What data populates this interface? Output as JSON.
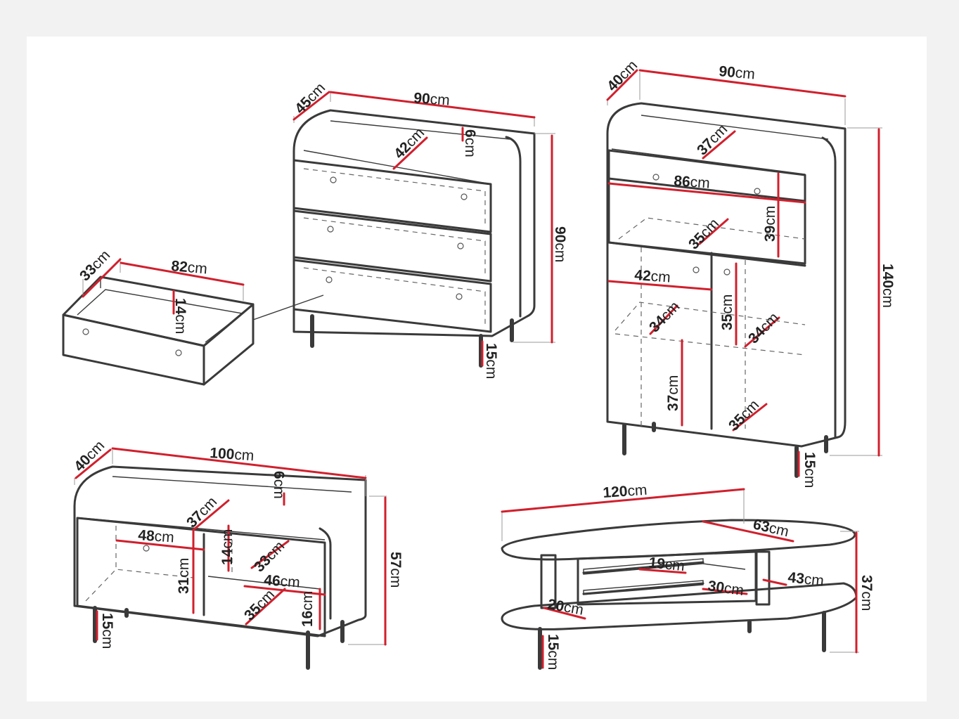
{
  "drawer": {
    "width": "82",
    "depth": "33",
    "height": "14",
    "unit": "cm"
  },
  "dresser": {
    "width": "90",
    "depth": "45",
    "height": "90",
    "top_inner_depth": "42",
    "top_rail": "6",
    "leg": "15",
    "unit": "cm"
  },
  "highboard": {
    "width": "90",
    "depth": "40",
    "height": "140",
    "top_depth": "37",
    "drawer_width": "86",
    "drawer_height": "39",
    "shelf_depth": "35",
    "left_width": "42",
    "mid_depth_left": "34",
    "door_height": "35",
    "mid_depth_right": "34",
    "lower_height": "37",
    "lower_depth": "35",
    "leg": "15",
    "unit": "cm"
  },
  "sideboard": {
    "width": "100",
    "depth": "40",
    "height": "57",
    "top_rail": "6",
    "top_depth": "37",
    "left_width": "48",
    "left_height": "31",
    "right_upper_height": "14",
    "right_upper_depth": "33",
    "right_width": "46",
    "right_lower_depth": "35",
    "right_lower_height": "16",
    "leg": "15",
    "unit": "cm"
  },
  "coffee_table": {
    "length": "120",
    "top_depth": "63",
    "shelf_depth": "19",
    "shelf_width": "30",
    "side_depth": "43",
    "base_depth": "20",
    "height": "37",
    "leg": "15",
    "unit": "cm"
  }
}
